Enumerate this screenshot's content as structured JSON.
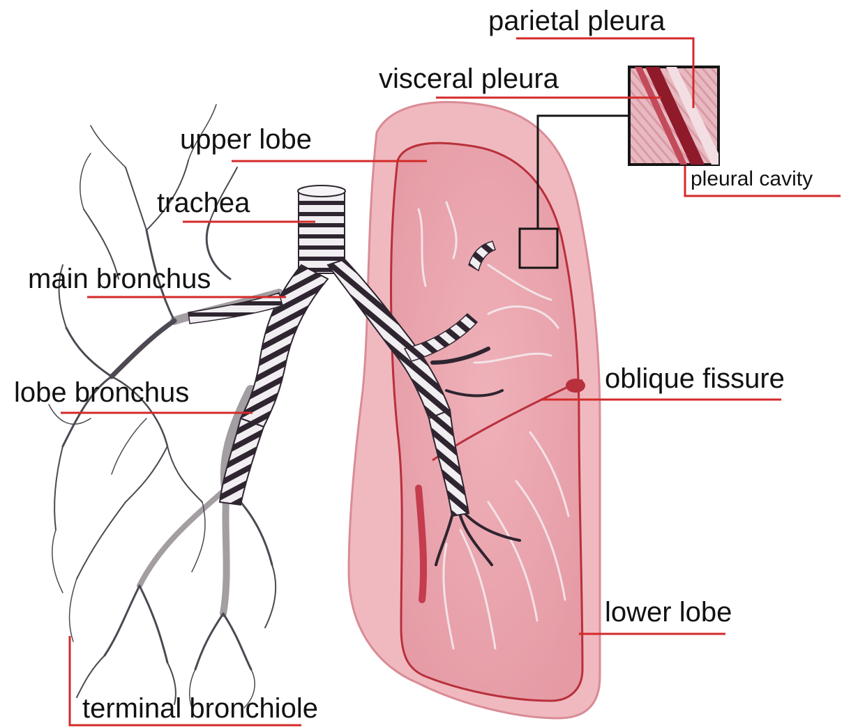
{
  "labels": {
    "parietal_pleura": "parietal pleura",
    "visceral_pleura": "visceral pleura",
    "upper_lobe": "upper lobe",
    "trachea": "trachea",
    "main_bronchus": "main bronchus",
    "lobe_bronchus": "lobe bronchus",
    "pleural_cavity": "pleural cavity",
    "oblique_fissure": "oblique fissure",
    "lower_lobe": "lower lobe",
    "terminal_bronchiole": "terminal bronchiole"
  },
  "colors": {
    "leader_line": "#d42a2a",
    "lung_fill": "#eaa3ab",
    "lung_outer": "#f0b9bf",
    "lung_edge": "#b8303c",
    "airway_dark": "#2e2530",
    "airway_light": "#f1eef2",
    "inset_frame": "#151515"
  }
}
